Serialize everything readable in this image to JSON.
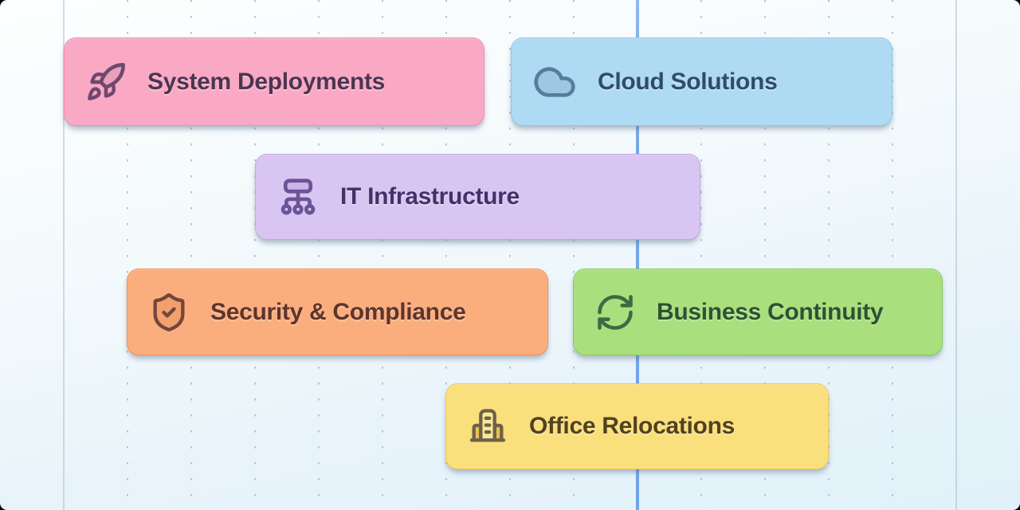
{
  "page": {
    "background_top": "#fdfeff",
    "background_bottom": "#e1f1f9",
    "gridline_color": "#7c9cb5",
    "today_line_color": "#74a8e8"
  },
  "cards": [
    {
      "id": "system-deployments",
      "label": "System Deployments",
      "icon": "rocket-icon",
      "colors": {
        "bg": "#f9a9c3",
        "border": "#f18cb0",
        "text": "#4c3553",
        "icon": "#6e486e",
        "icon_fill": "#e9a0bc",
        "icon_fill2": "#f4b6cd"
      }
    },
    {
      "id": "cloud-solutions",
      "label": "Cloud Solutions",
      "icon": "cloud-icon",
      "colors": {
        "bg": "#aedaf4",
        "border": "#90c6ea",
        "text": "#2f4d68",
        "icon": "#567e9c",
        "icon_fill": "#9fc6e2",
        "icon_fill2": "#9fc6e2"
      }
    },
    {
      "id": "it-infrastructure",
      "label": "IT Infrastructure",
      "icon": "network-icon",
      "colors": {
        "bg": "#d9c5f1",
        "border": "#c2a5e7",
        "text": "#443168",
        "icon": "#6a5496",
        "icon_fill": "#cbb4ea",
        "icon_fill2": "#cbb4ea"
      }
    },
    {
      "id": "security-compliance",
      "label": "Security & Compliance",
      "icon": "shield-check-icon",
      "colors": {
        "bg": "#fbae7d",
        "border": "#f0914f",
        "text": "#5e352c",
        "icon": "#74463c",
        "icon_fill": "#f2a06e",
        "icon_fill2": "#f2a06e"
      }
    },
    {
      "id": "business-continuity",
      "label": "Business Continuity",
      "icon": "refresh-icon",
      "colors": {
        "bg": "#a9df7d",
        "border": "#8bcb5b",
        "text": "#2d5233",
        "icon": "#3c6b42",
        "icon_fill": "none",
        "icon_fill2": "none"
      }
    },
    {
      "id": "office-relocations",
      "label": "Office Relocations",
      "icon": "building-icon",
      "colors": {
        "bg": "#fadf7d",
        "border": "#eec95a",
        "text": "#52411e",
        "icon": "#6f6146",
        "icon_fill": "#e7c158",
        "icon_fill2": "#f8e89a"
      }
    }
  ]
}
